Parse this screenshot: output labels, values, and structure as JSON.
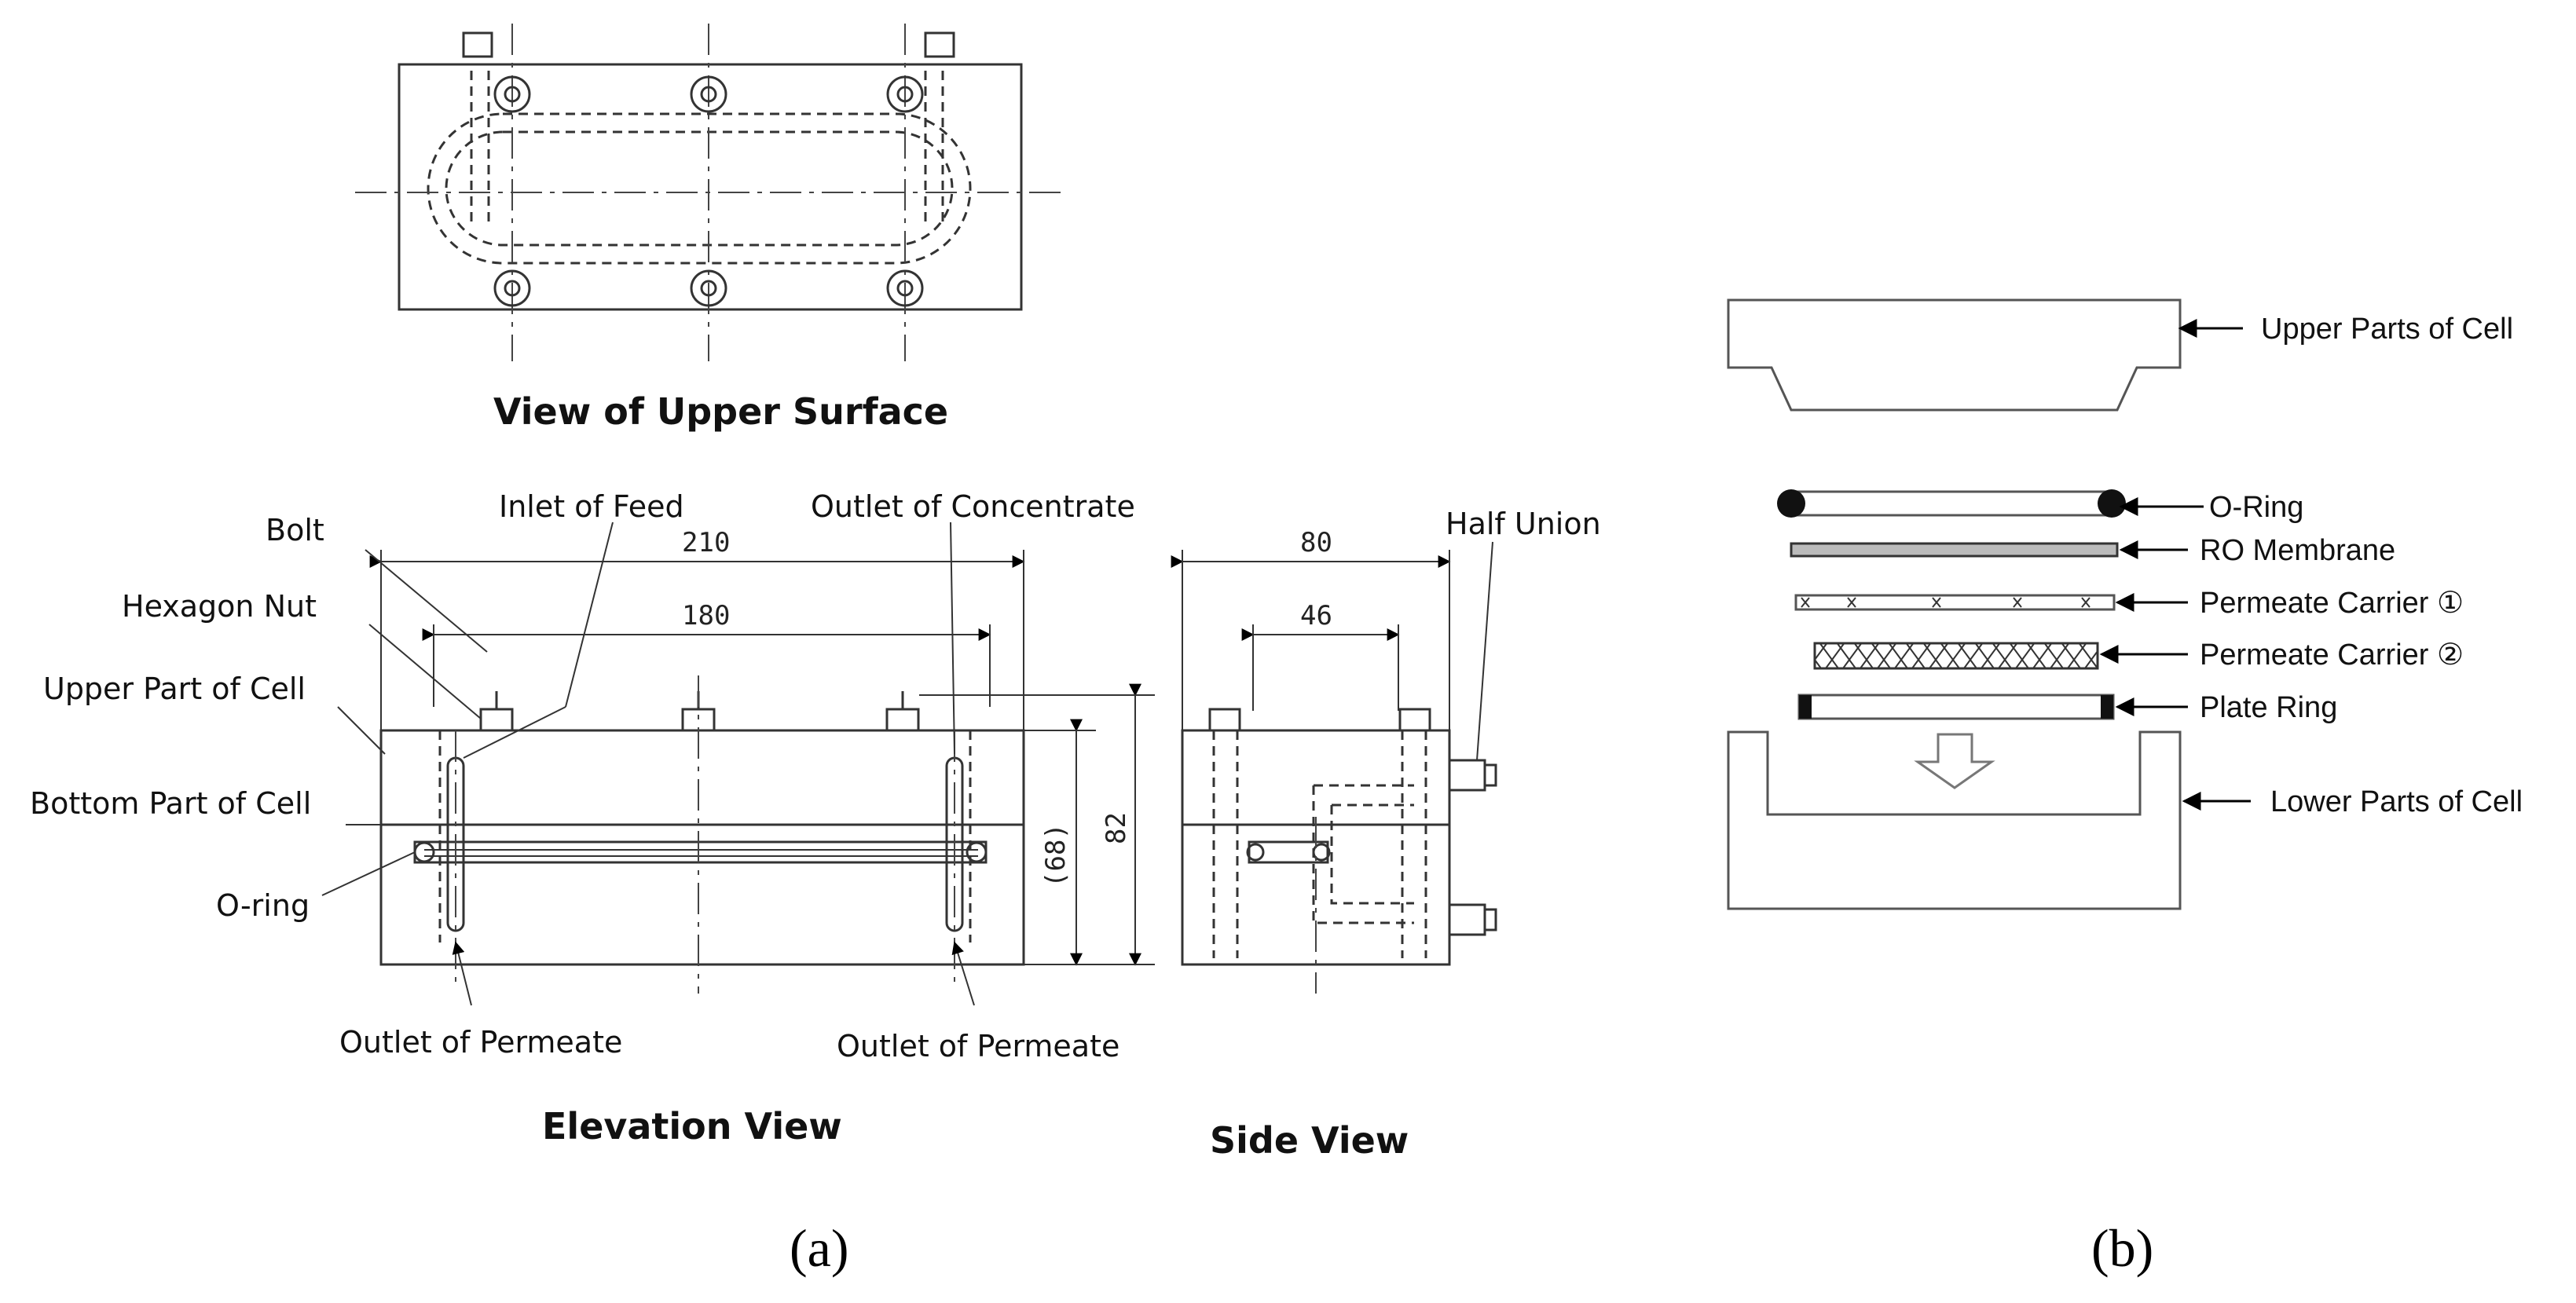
{
  "panel_a": {
    "titles": {
      "upper_surface": "View of Upper Surface",
      "elevation": "Elevation View",
      "side": "Side View"
    },
    "labels": {
      "bolt": "Bolt",
      "hexagon_nut": "Hexagon Nut",
      "upper_part": "Upper Part of Cell",
      "bottom_part": "Bottom Part of Cell",
      "o_ring": "O-ring",
      "inlet_feed": "Inlet of Feed",
      "outlet_concentrate": "Outlet of Concentrate",
      "outlet_permeate_left": "Outlet of Permeate",
      "outlet_permeate_right": "Outlet of Permeate",
      "half_union": "Half Union"
    },
    "dimensions": {
      "width_total": "210",
      "width_inner": "180",
      "height_inner": "(68)",
      "height_total": "82",
      "side_width": "80",
      "side_inner": "46"
    },
    "caption": "(a)"
  },
  "panel_b": {
    "labels": {
      "upper": "Upper Parts of Cell",
      "o_ring": "O-Ring",
      "ro_membrane": "RO Membrane",
      "carrier1": "Permeate Carrier ①",
      "carrier2": "Permeate Carrier ②",
      "plate_ring": "Plate Ring",
      "lower": "Lower Parts of Cell"
    },
    "caption": "(b)"
  },
  "colors": {
    "line": "#333333",
    "membrane": "#bbbbbb",
    "dark": "#111111"
  }
}
